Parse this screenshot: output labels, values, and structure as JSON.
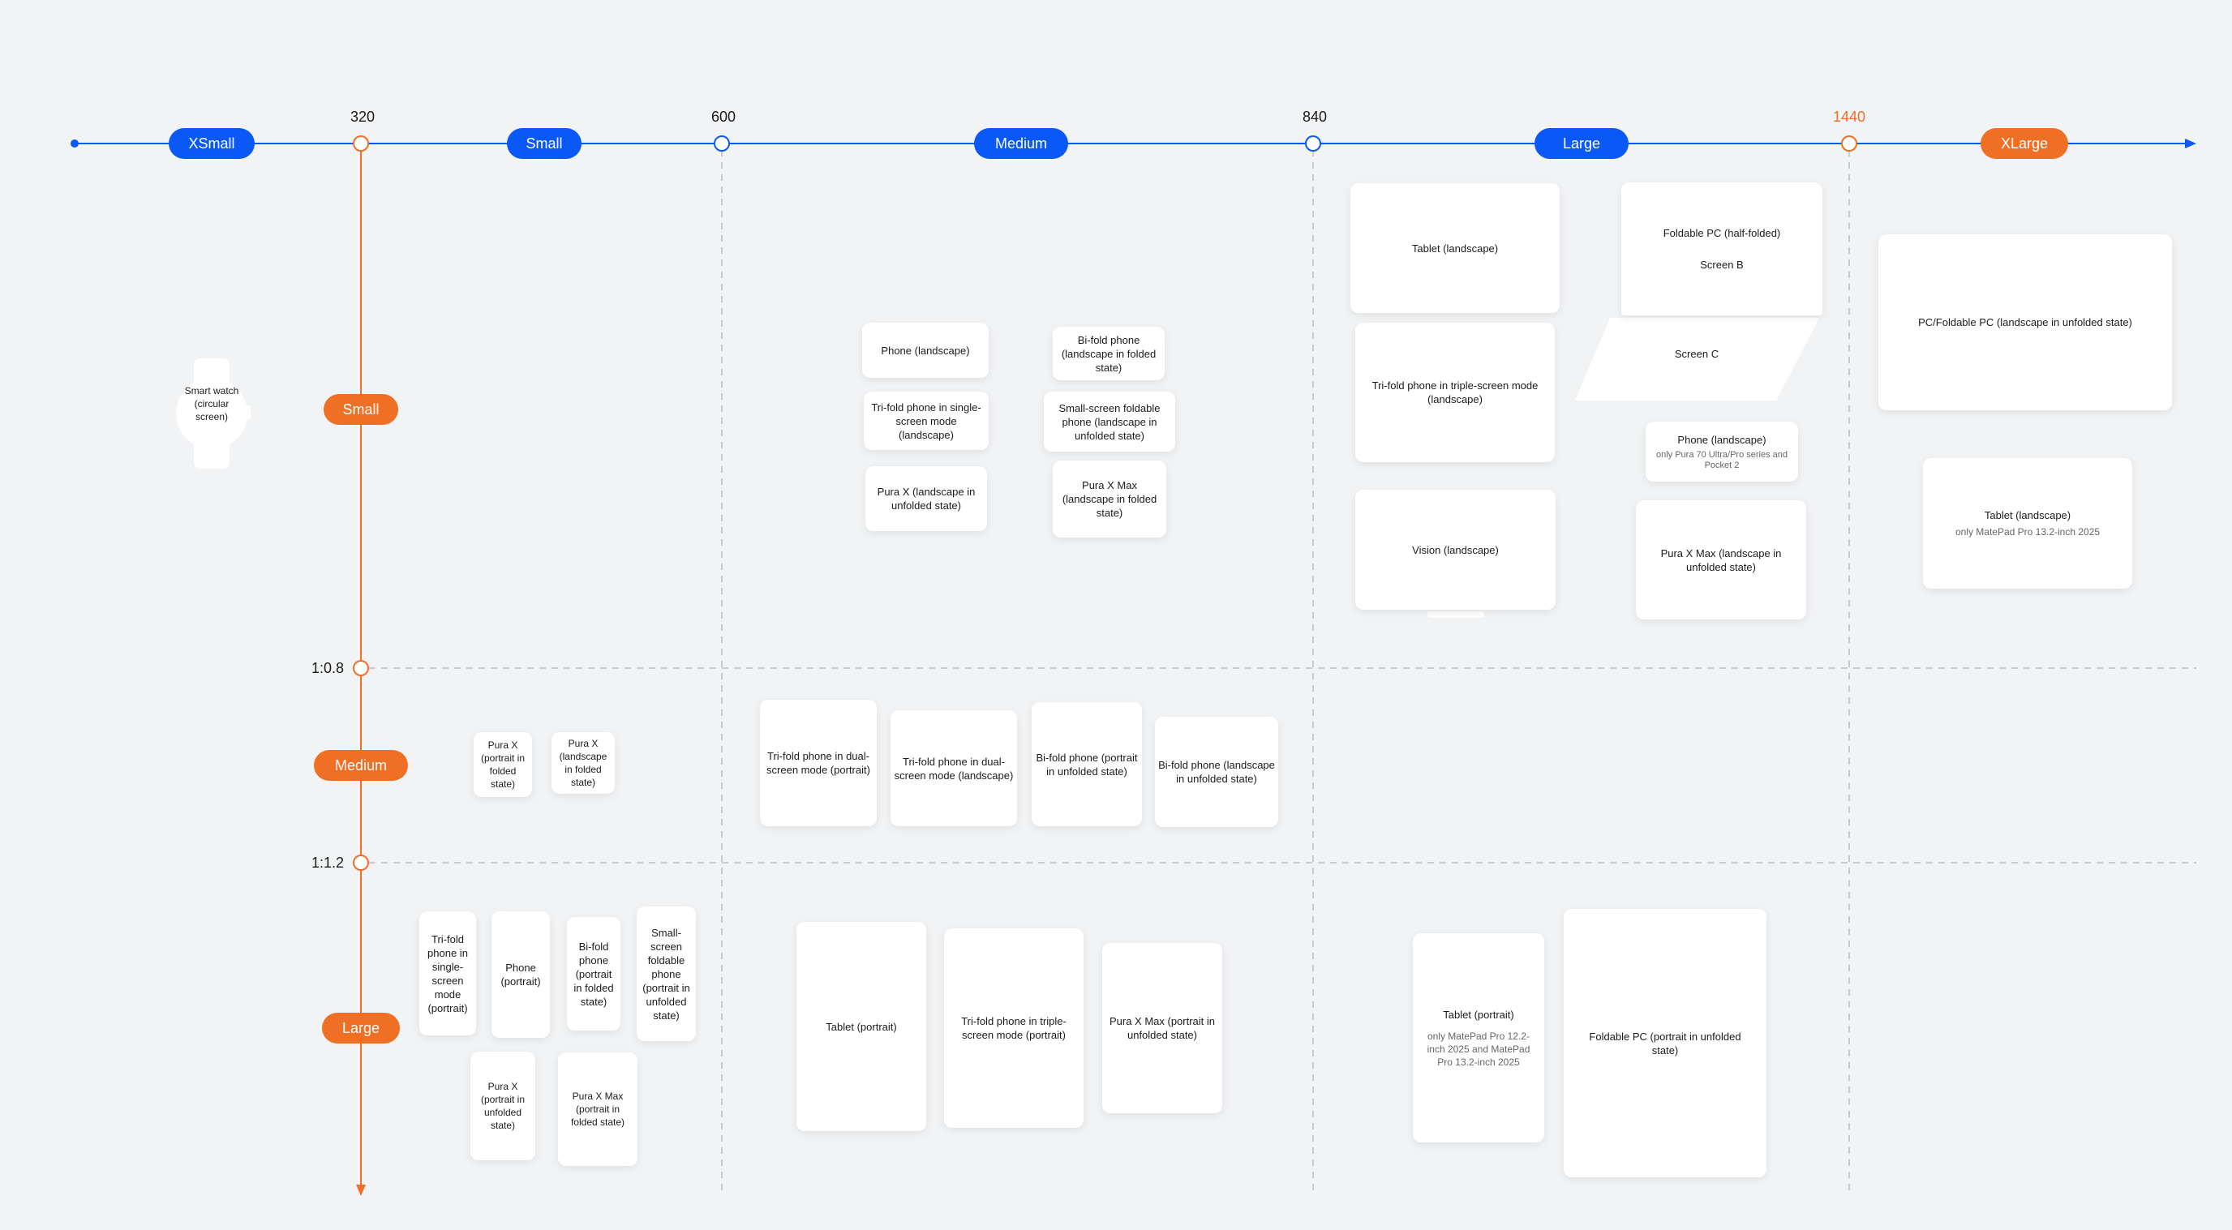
{
  "axis": {
    "ticks": [
      {
        "label": "320",
        "color": "#1b1b1b"
      },
      {
        "label": "600",
        "color": "#1b1b1b"
      },
      {
        "label": "840",
        "color": "#1b1b1b"
      },
      {
        "label": "1440",
        "color": "#ef6f24"
      }
    ],
    "width_classes": [
      "XSmall",
      "Small",
      "Medium",
      "Large",
      "XLarge"
    ]
  },
  "ratios": [
    "1:0.8",
    "1:1.2"
  ],
  "height_classes": [
    "Small",
    "Medium",
    "Large"
  ],
  "colors": {
    "blue": "#0a59f7",
    "orange": "#ef6f24",
    "grid": "#c8ccd2",
    "background": "#f1f3f5"
  },
  "devices": {
    "watch": "Smart watch (circular screen)",
    "medium_small": {
      "phone_landscape": "Phone (landscape)",
      "bifold_folded_landscape": "Bi-fold phone (landscape in folded state)",
      "trifold_single_landscape": "Tri-fold phone in single-screen mode (landscape)",
      "small_foldable_unfolded_landscape": "Small-screen foldable phone (landscape in unfolded state)",
      "pura_x_unfolded_landscape": "Pura X (landscape in unfolded state)",
      "pura_x_max_folded_landscape": "Pura X Max (landscape in folded state)"
    },
    "large_small": {
      "tablet_landscape": "Tablet (landscape)",
      "trifold_triple_landscape": "Tri-fold phone in triple-screen mode (landscape)",
      "vision_landscape": "Vision (landscape)",
      "foldable_pc_half": "Foldable PC (half-folded)",
      "screen_b": "Screen B",
      "screen_c": "Screen C",
      "phone_landscape_special": "Phone (landscape)",
      "phone_landscape_special_note": "only Pura 70 Ultra/Pro series and Pocket 2",
      "pura_x_max_unfolded_landscape": "Pura X Max (landscape in unfolded state)"
    },
    "xlarge_small": {
      "pc_landscape": "PC/Foldable PC (landscape in unfolded state)",
      "tablet_landscape": "Tablet (landscape)",
      "tablet_landscape_note": "only MatePad Pro 13.2-inch 2025"
    },
    "small_medium": {
      "pura_x_portrait_folded": "Pura X (portrait in folded state)",
      "pura_x_landscape_folded": "Pura X (landscape in folded state)"
    },
    "medium_medium": {
      "trifold_dual_portrait": "Tri-fold phone in dual-screen mode (portrait)",
      "trifold_dual_landscape": "Tri-fold phone in dual-screen mode (landscape)",
      "bifold_unfolded_portrait": "Bi-fold phone (portrait in unfolded state)",
      "bifold_unfolded_landscape": "Bi-fold phone (landscape in unfolded state)"
    },
    "small_large": {
      "trifold_single_portrait": "Tri-fold phone in single-screen mode (portrait)",
      "phone_portrait": "Phone (portrait)",
      "bifold_folded_portrait": "Bi-fold phone (portrait in folded state)",
      "small_foldable_unfolded_portrait": "Small-screen foldable phone (portrait in unfolded state)",
      "pura_x_unfolded_portrait": "Pura X (portrait in unfolded state)",
      "pura_x_max_folded_portrait": "Pura X Max (portrait in folded state)"
    },
    "medium_large": {
      "tablet_portrait": "Tablet (portrait)",
      "trifold_triple_portrait": "Tri-fold phone in triple-screen mode (portrait)",
      "pura_x_max_unfolded_portrait": "Pura X Max (portrait in unfolded state)"
    },
    "large_large": {
      "tablet_portrait": "Tablet (portrait)",
      "tablet_portrait_note": "only MatePad Pro 12.2-inch 2025 and MatePad Pro 13.2-inch 2025",
      "foldable_pc_portrait": "Foldable PC (portrait in unfolded state)"
    }
  }
}
